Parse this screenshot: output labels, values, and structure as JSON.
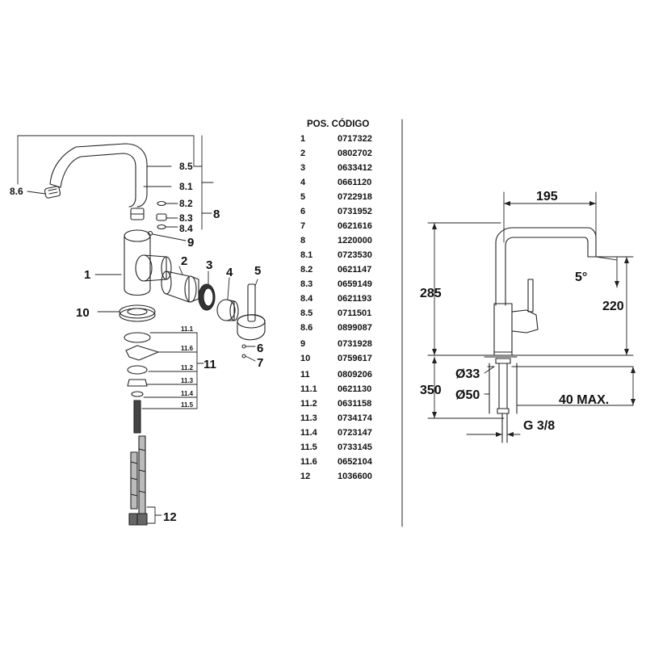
{
  "table": {
    "header": "POS. CÓDIGO",
    "rows": [
      {
        "pos": "1",
        "code": "0717322"
      },
      {
        "pos": "2",
        "code": "0802702"
      },
      {
        "pos": "3",
        "code": "0633412"
      },
      {
        "pos": "4",
        "code": "0661120"
      },
      {
        "pos": "5",
        "code": "0722918"
      },
      {
        "pos": "6",
        "code": "0731952"
      },
      {
        "pos": "7",
        "code": "0621616"
      },
      {
        "pos": "8",
        "code": "1220000"
      },
      {
        "pos": "8.1",
        "code": "0723530"
      },
      {
        "pos": "8.2",
        "code": "0621147"
      },
      {
        "pos": "8.3",
        "code": "0659149"
      },
      {
        "pos": "8.4",
        "code": "0621193"
      },
      {
        "pos": "8.5",
        "code": "0711501"
      },
      {
        "pos": "8.6",
        "code": "0899087"
      },
      {
        "pos": "9",
        "code": "0731928"
      },
      {
        "pos": "10",
        "code": "0759617"
      },
      {
        "pos": "11",
        "code": "0809206"
      },
      {
        "pos": "11.1",
        "code": "0621130"
      },
      {
        "pos": "11.2",
        "code": "0631158"
      },
      {
        "pos": "11.3",
        "code": "0734174"
      },
      {
        "pos": "11.4",
        "code": "0723147"
      },
      {
        "pos": "11.5",
        "code": "0733145"
      },
      {
        "pos": "11.6",
        "code": "0652104"
      },
      {
        "pos": "12",
        "code": "1036600"
      }
    ]
  },
  "exploded_labels": {
    "p1": "1",
    "p2": "2",
    "p3": "3",
    "p4": "4",
    "p5": "5",
    "p6": "6",
    "p7": "7",
    "p8": "8",
    "p8_1": "8.1",
    "p8_2": "8.2",
    "p8_3": "8.3",
    "p8_4": "8.4",
    "p8_5": "8.5",
    "p8_6": "8.6",
    "p9": "9",
    "p10": "10",
    "p11": "11",
    "p11_1": "11.1",
    "p11_2": "11.2",
    "p11_3": "11.3",
    "p11_4": "11.4",
    "p11_5": "11.5",
    "p11_6": "11.6",
    "p12": "12"
  },
  "dimensions": {
    "width": "195",
    "height_total": "285",
    "height_spout": "220",
    "angle": "5°",
    "below_deck": "350",
    "d_inner": "Ø33",
    "d_outer": "Ø50",
    "deck_max": "40 MAX.",
    "thread": "G 3/8"
  },
  "colors": {
    "line": "#222222",
    "background": "#ffffff"
  }
}
